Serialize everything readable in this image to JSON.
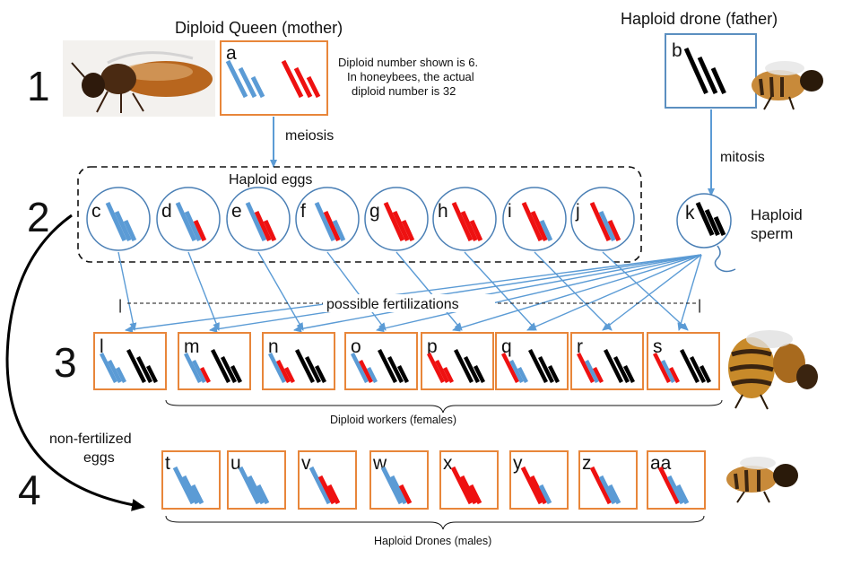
{
  "colors": {
    "mother": "#5b9bd5",
    "father": "#000000",
    "maternal_alt": "#ee1111",
    "box_border_queen": "#e8863a",
    "box_border_drone": "#5b8fc0",
    "circle_border": "#4a7fb5",
    "arrow": "#5b9bd5"
  },
  "step_numbers": [
    "1",
    "2",
    "3",
    "4"
  ],
  "queen": {
    "title": "Diploid Queen (mother)",
    "letter": "a",
    "note_lines": [
      "Diploid number shown is 6.",
      "In honeybees, the actual",
      "diploid number is 32"
    ],
    "image_icon": "queen-bee-photo"
  },
  "drone_father": {
    "title": "Haploid drone (father)",
    "letter": "b",
    "image_icon": "drone-bee-photo"
  },
  "labels": {
    "meiosis": "meiosis",
    "mitosis": "mitosis",
    "haploid_eggs": "Haploid eggs",
    "sperm_line1": "Haploid",
    "sperm_line2": "sperm",
    "possible_fertilizations": "possible fertilizations",
    "bracket_left": "|",
    "bracket_right": "|",
    "nonfert_line1": "non-fertilized",
    "nonfert_line2": "eggs",
    "workers": "Diploid workers (females)",
    "drones": "Haploid Drones (males)"
  },
  "eggs": [
    {
      "letter": "c",
      "chromosomes": [
        "blue",
        "blue",
        "blue"
      ]
    },
    {
      "letter": "d",
      "chromosomes": [
        "blue",
        "blue",
        "red"
      ]
    },
    {
      "letter": "e",
      "chromosomes": [
        "blue",
        "red",
        "red"
      ]
    },
    {
      "letter": "f",
      "chromosomes": [
        "blue",
        "red",
        "blue"
      ]
    },
    {
      "letter": "g",
      "chromosomes": [
        "red",
        "red",
        "red"
      ]
    },
    {
      "letter": "h",
      "chromosomes": [
        "red",
        "red",
        "red"
      ]
    },
    {
      "letter": "i",
      "chromosomes": [
        "red",
        "red",
        "blue"
      ]
    },
    {
      "letter": "j",
      "chromosomes": [
        "red",
        "blue",
        "red"
      ]
    }
  ],
  "sperm": {
    "letter": "k",
    "chromosomes": [
      "black",
      "black",
      "black"
    ]
  },
  "workers": [
    {
      "letter": "l",
      "chromosomes": [
        "blue",
        "blue",
        "blue",
        "black",
        "black",
        "black"
      ]
    },
    {
      "letter": "m",
      "chromosomes": [
        "blue",
        "blue",
        "red",
        "black",
        "black",
        "black"
      ]
    },
    {
      "letter": "n",
      "chromosomes": [
        "blue",
        "red",
        "red",
        "black",
        "black",
        "black"
      ]
    },
    {
      "letter": "o",
      "chromosomes": [
        "blue",
        "red",
        "blue",
        "black",
        "black",
        "black"
      ]
    },
    {
      "letter": "p",
      "chromosomes": [
        "red",
        "red",
        "red",
        "black",
        "black",
        "black"
      ]
    },
    {
      "letter": "q",
      "chromosomes": [
        "red",
        "blue",
        "blue",
        "black",
        "black",
        "black"
      ]
    },
    {
      "letter": "r",
      "chromosomes": [
        "red",
        "blue",
        "red",
        "black",
        "black",
        "black"
      ]
    },
    {
      "letter": "s",
      "chromosomes": [
        "red",
        "blue",
        "red",
        "black",
        "black",
        "black"
      ]
    }
  ],
  "drones": [
    {
      "letter": "t",
      "chromosomes": [
        "blue",
        "blue",
        "blue"
      ]
    },
    {
      "letter": "u",
      "chromosomes": [
        "blue",
        "blue",
        "blue"
      ]
    },
    {
      "letter": "v",
      "chromosomes": [
        "blue",
        "red",
        "red"
      ]
    },
    {
      "letter": "w",
      "chromosomes": [
        "blue",
        "blue",
        "red"
      ]
    },
    {
      "letter": "x",
      "chromosomes": [
        "red",
        "red",
        "red"
      ]
    },
    {
      "letter": "y",
      "chromosomes": [
        "red",
        "red",
        "blue"
      ]
    },
    {
      "letter": "z",
      "chromosomes": [
        "red",
        "blue",
        "blue"
      ]
    },
    {
      "letter": "aa",
      "chromosomes": [
        "red",
        "blue",
        "blue"
      ]
    }
  ],
  "worker_bee_icon": "worker-bee-photo",
  "drone_bee_icon": "drone-bee-photo"
}
